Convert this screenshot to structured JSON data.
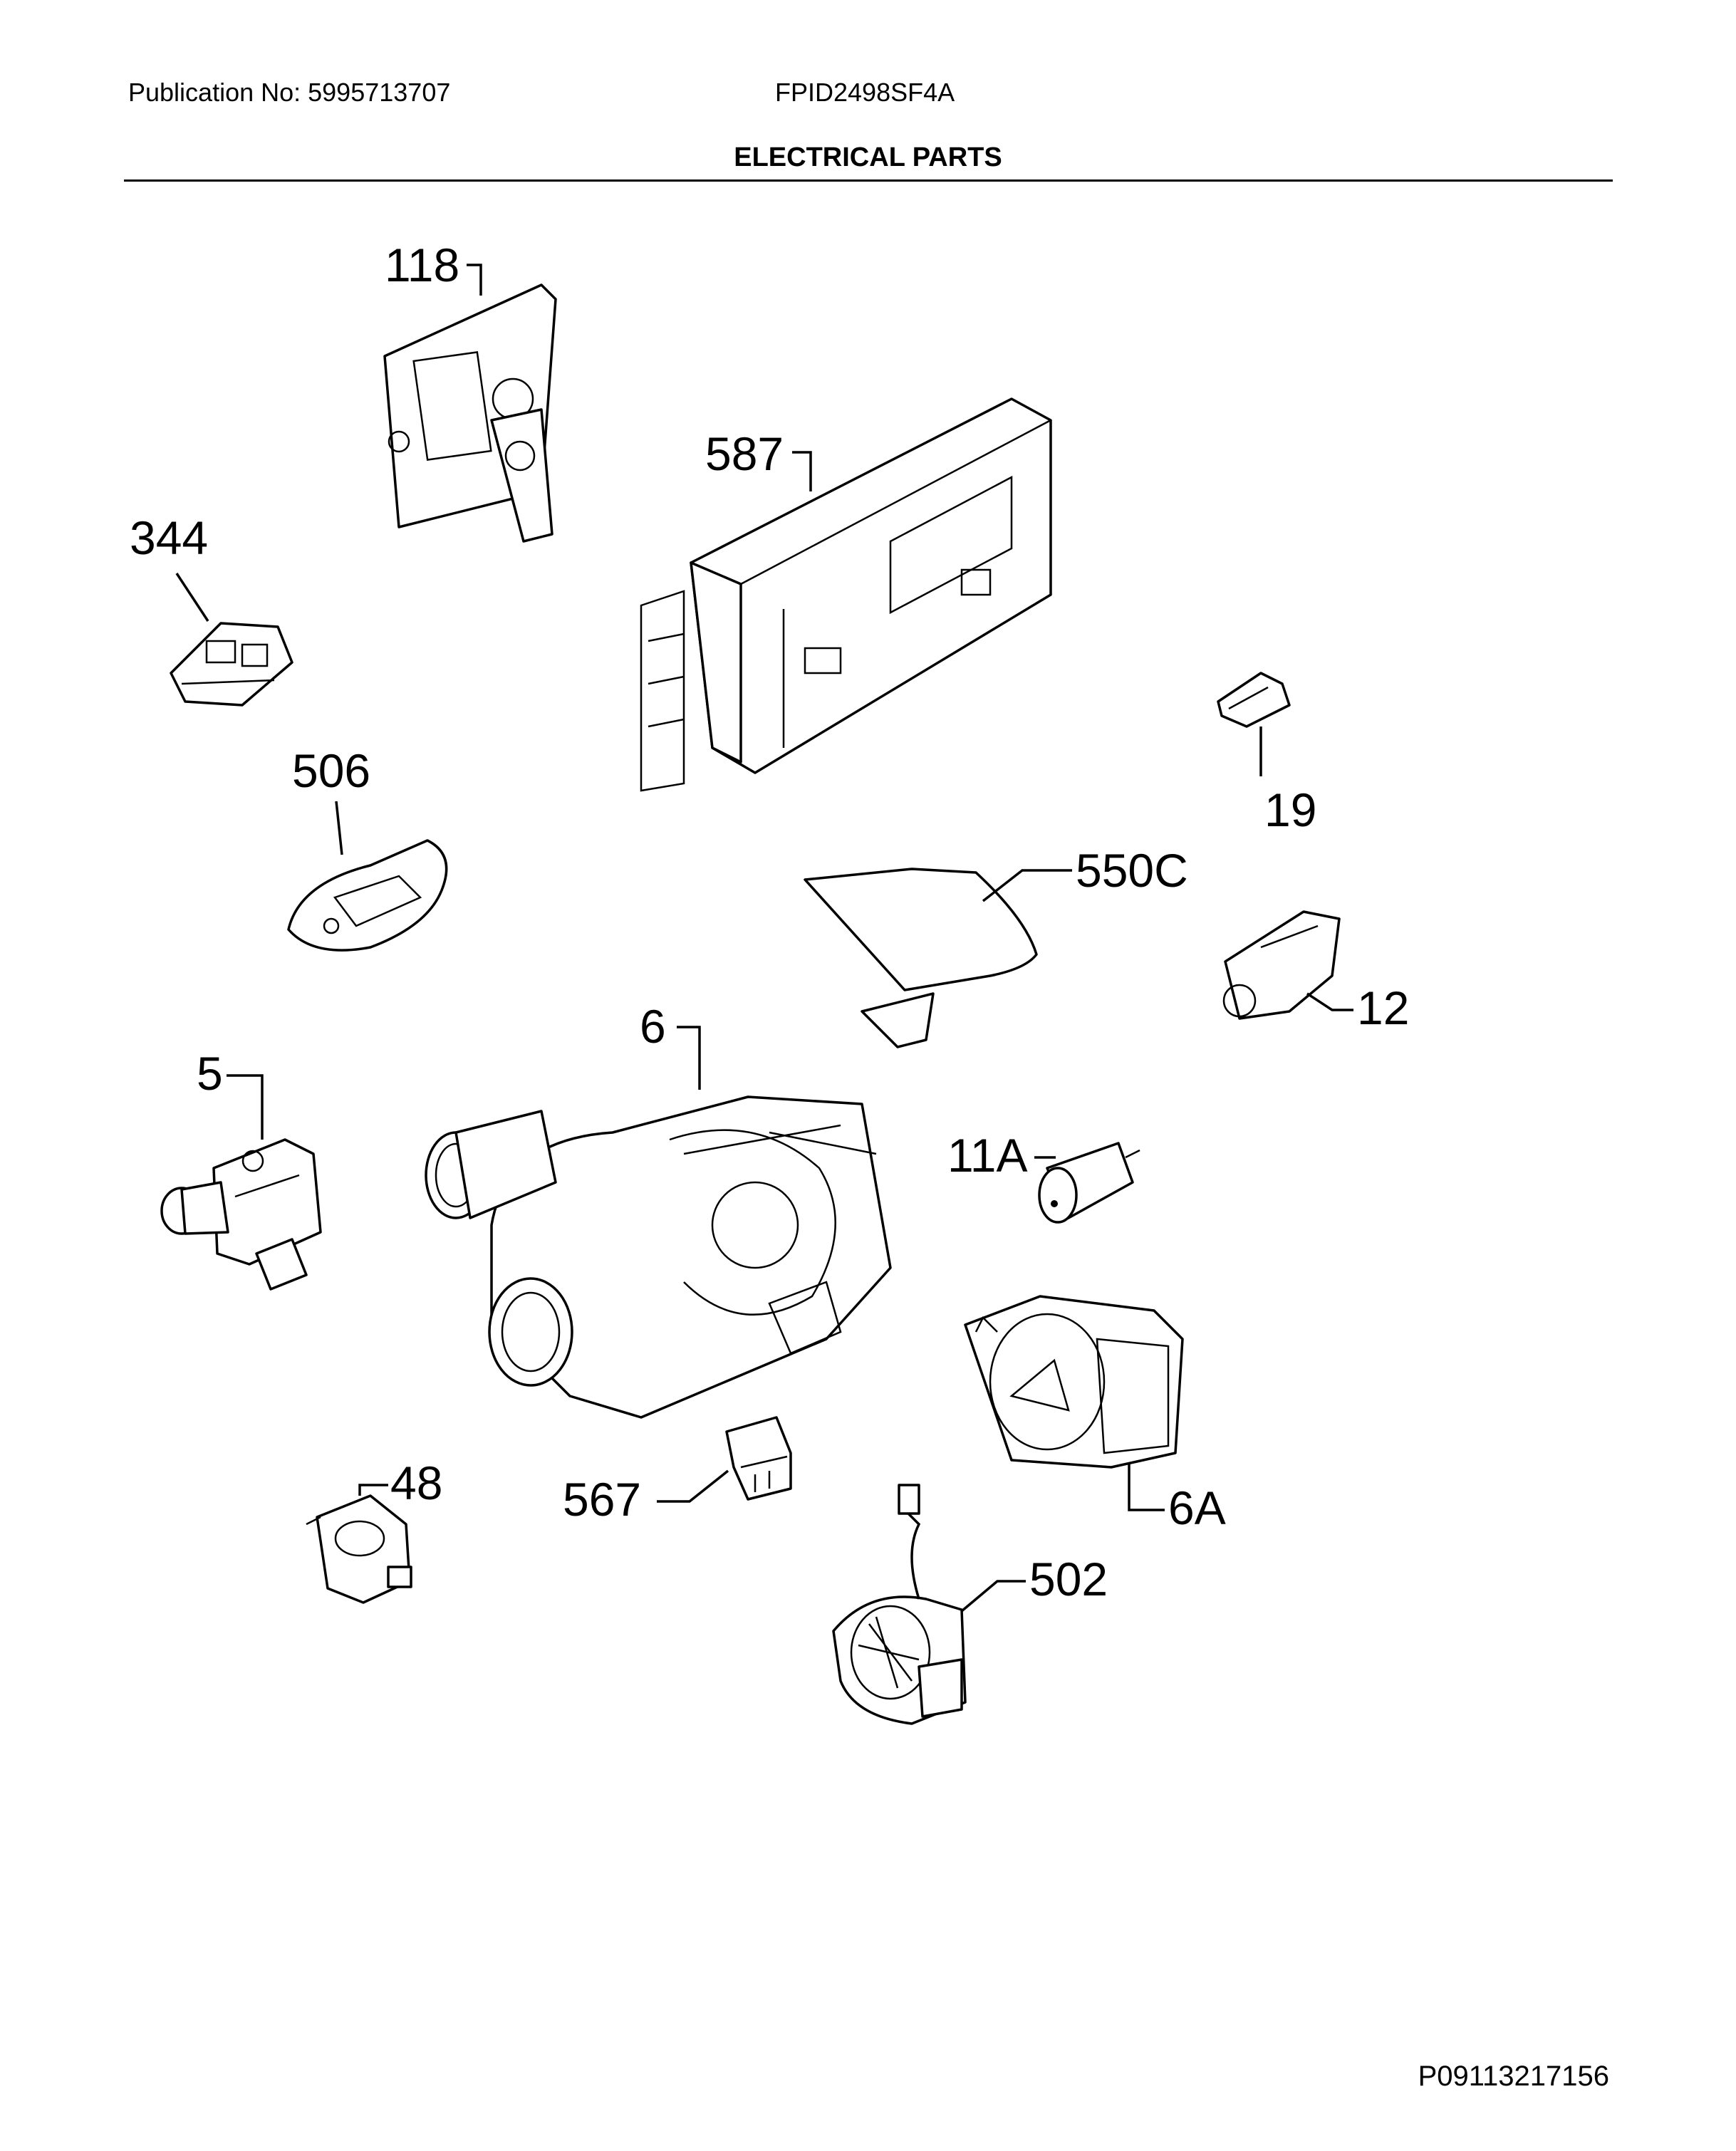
{
  "header": {
    "publication": "Publication No: 5995713707",
    "model": "FPID2498SF4A",
    "title": "ELECTRICAL PARTS"
  },
  "footer": {
    "code": "P09113217156"
  },
  "parts": [
    {
      "id": "118",
      "label": "118"
    },
    {
      "id": "587",
      "label": "587"
    },
    {
      "id": "344",
      "label": "344"
    },
    {
      "id": "506",
      "label": "506"
    },
    {
      "id": "19",
      "label": "19"
    },
    {
      "id": "550C",
      "label": "550C"
    },
    {
      "id": "12",
      "label": "12"
    },
    {
      "id": "6",
      "label": "6"
    },
    {
      "id": "5",
      "label": "5"
    },
    {
      "id": "11A",
      "label": "11A"
    },
    {
      "id": "48",
      "label": "48"
    },
    {
      "id": "567",
      "label": "567"
    },
    {
      "id": "6A",
      "label": "6A"
    },
    {
      "id": "502",
      "label": "502"
    }
  ]
}
